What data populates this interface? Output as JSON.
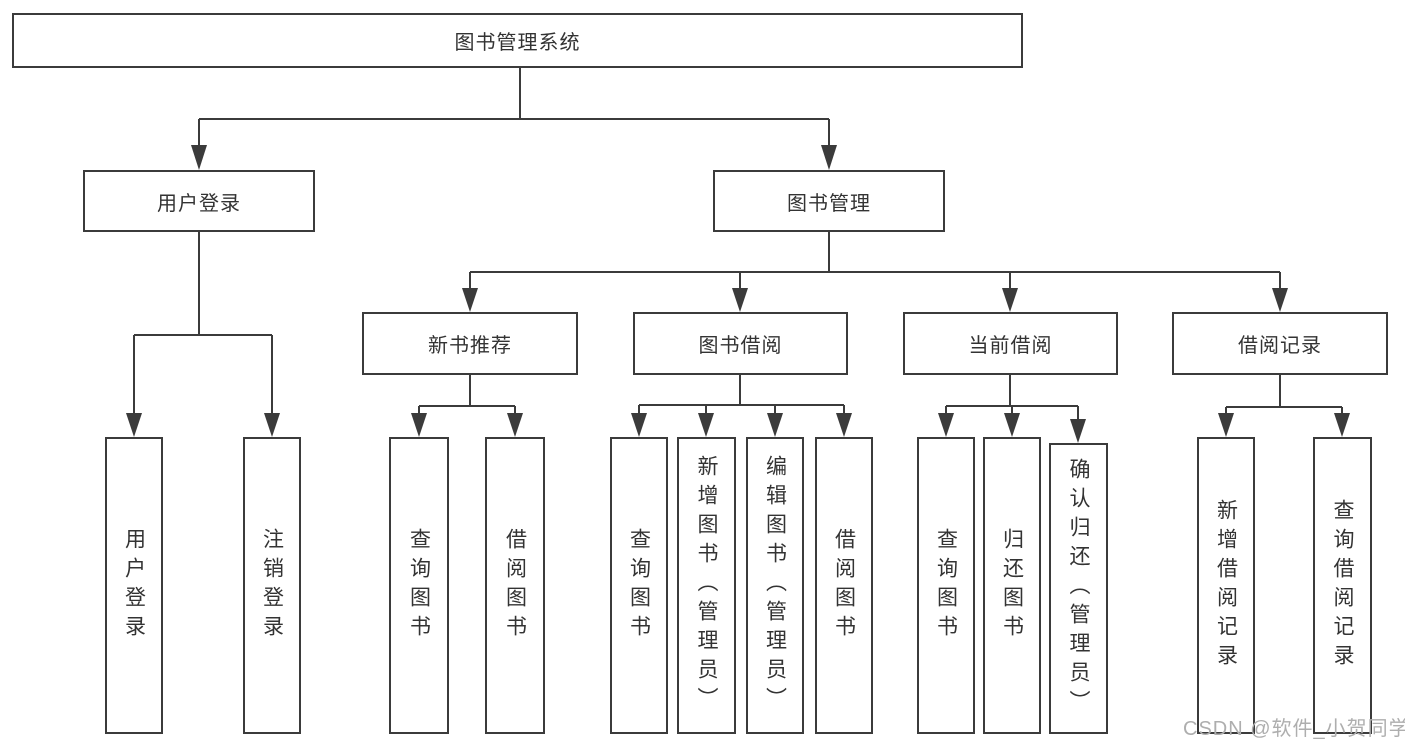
{
  "diagram_title": "图书管理系统",
  "tree": {
    "label": "图书管理系统",
    "children": [
      {
        "label": "用户登录",
        "children": [
          {
            "label": "用户登录"
          },
          {
            "label": "注销登录"
          }
        ]
      },
      {
        "label": "图书管理",
        "children": [
          {
            "label": "新书推荐",
            "children": [
              {
                "label": "查询图书"
              },
              {
                "label": "借阅图书"
              }
            ]
          },
          {
            "label": "图书借阅",
            "children": [
              {
                "label": "查询图书"
              },
              {
                "label": "新增图书（管理员）"
              },
              {
                "label": "编辑图书（管理员）"
              },
              {
                "label": "借阅图书"
              }
            ]
          },
          {
            "label": "当前借阅",
            "children": [
              {
                "label": "查询图书"
              },
              {
                "label": "归还图书"
              },
              {
                "label": "确认归还（管理员）"
              }
            ]
          },
          {
            "label": "借阅记录",
            "children": [
              {
                "label": "新增借阅记录"
              },
              {
                "label": "查询借阅记录"
              }
            ]
          }
        ]
      }
    ]
  },
  "watermark": "CSDN @软件_小贺同学",
  "colors": {
    "line": "#3b3b3b",
    "border": "#3b3b3b",
    "text": "#333333",
    "background": "#ffffff",
    "watermark": "#aeaeae"
  }
}
